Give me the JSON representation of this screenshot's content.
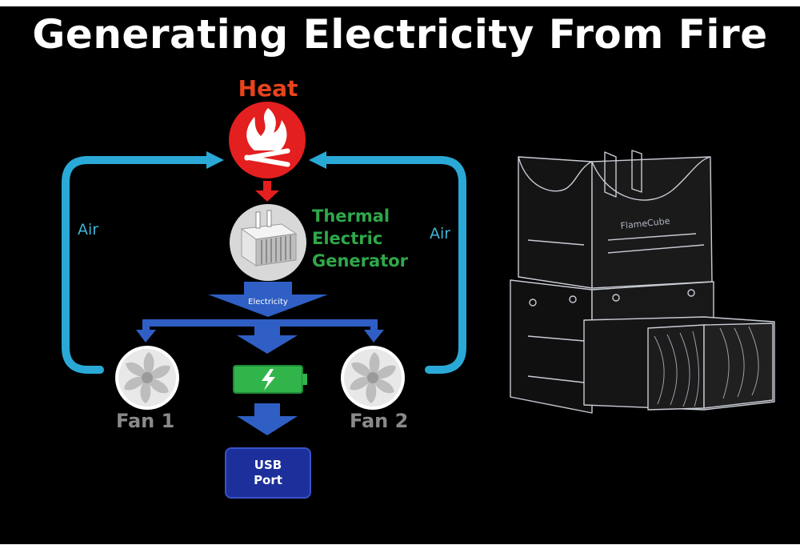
{
  "title": "Generating Electricity From Fire",
  "diagram": {
    "heat_label": "Heat",
    "teg_label_lines": [
      "Thermal",
      "Electric",
      "Generator"
    ],
    "electricity_label": "Electricity",
    "air_left": "Air",
    "air_right": "Air",
    "fan1_label": "Fan 1",
    "fan2_label": "Fan 2",
    "usb_label_lines": [
      "USB",
      "Port"
    ]
  },
  "product": {
    "brand_label": "FlameCube"
  },
  "colors": {
    "heat": "#e8431c",
    "teg": "#2fa84a",
    "air": "#3fb4d8",
    "arrow": "#2f5fc4",
    "battery": "#31b54a",
    "usb": "#1c2f9a"
  },
  "icons": [
    "fire-icon",
    "teg-icon",
    "fan-icon",
    "battery-icon"
  ]
}
